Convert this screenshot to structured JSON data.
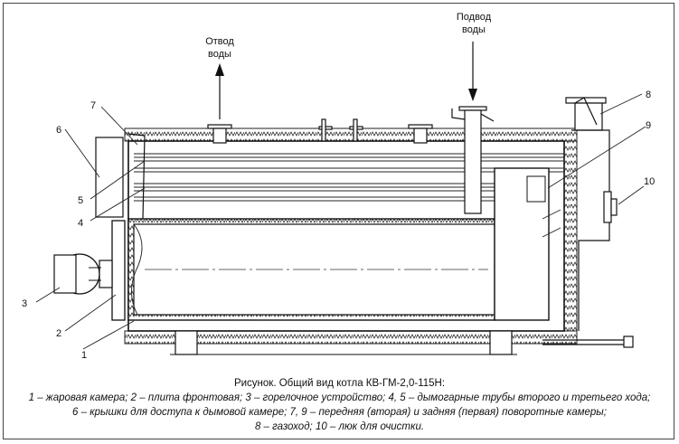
{
  "labels": {
    "outlet": [
      "Отвод",
      "воды"
    ],
    "inlet": [
      "Подвод",
      "воды"
    ],
    "numbers": [
      "1",
      "2",
      "3",
      "4",
      "5",
      "6",
      "7",
      "8",
      "9",
      "10"
    ]
  },
  "caption": {
    "title": "Рисунок. Общий вид котла КВ-ГМ-2,0-115Н:",
    "lines": [
      "1 – жаровая камера; 2 – плита фронтовая; 3 – горелочное устройство; 4, 5 – дымогарные трубы второго и третьего хода;",
      "6 – крышки для доступа к дымовой камере; 7, 9 – передняя (вторая) и задняя (первая) поворотные камеры;",
      "8 – газоход; 10 – люк для очистки."
    ]
  }
}
